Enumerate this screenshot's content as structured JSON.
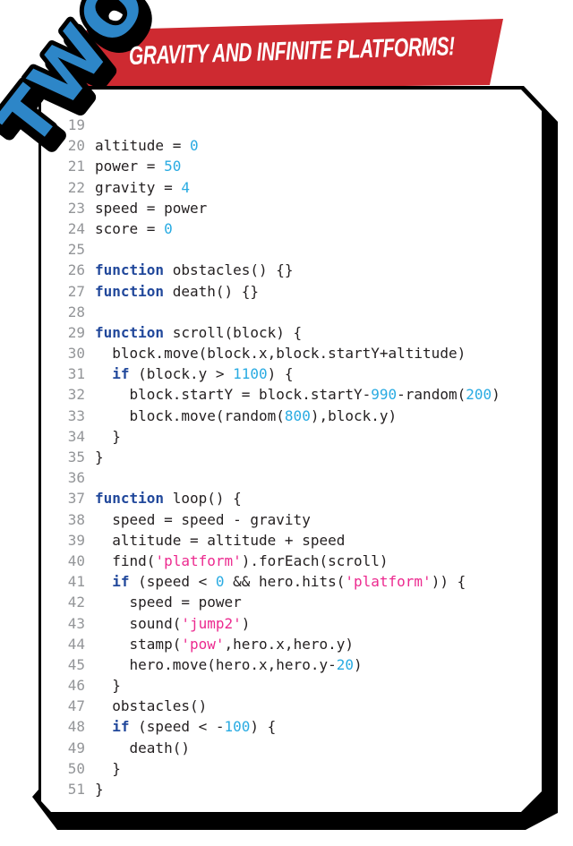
{
  "badge": {
    "label": "TWO",
    "color": "#2d86c8"
  },
  "banner": {
    "title": "GRAVITY AND INFINITE PLATFORMS!",
    "bg_color": "#ce2a31",
    "text_color": "#ffffff"
  },
  "code_panel": {
    "colors": {
      "keyword": "#21489b",
      "number": "#29abe2",
      "string": "#ec2a8f",
      "plain": "#231f20",
      "line_number": "#939598"
    },
    "lines": [
      {
        "no": "19",
        "tokens": []
      },
      {
        "no": "20",
        "tokens": [
          [
            "p",
            "altitude = "
          ],
          [
            "n",
            "0"
          ]
        ]
      },
      {
        "no": "21",
        "tokens": [
          [
            "p",
            "power = "
          ],
          [
            "n",
            "50"
          ]
        ]
      },
      {
        "no": "22",
        "tokens": [
          [
            "p",
            "gravity = "
          ],
          [
            "n",
            "4"
          ]
        ]
      },
      {
        "no": "23",
        "tokens": [
          [
            "p",
            "speed = power"
          ]
        ]
      },
      {
        "no": "24",
        "tokens": [
          [
            "p",
            "score = "
          ],
          [
            "n",
            "0"
          ]
        ]
      },
      {
        "no": "25",
        "tokens": []
      },
      {
        "no": "26",
        "tokens": [
          [
            "k",
            "function"
          ],
          [
            "p",
            " obstacles() {}"
          ]
        ]
      },
      {
        "no": "27",
        "tokens": [
          [
            "k",
            "function"
          ],
          [
            "p",
            " death() {}"
          ]
        ]
      },
      {
        "no": "28",
        "tokens": []
      },
      {
        "no": "29",
        "tokens": [
          [
            "k",
            "function"
          ],
          [
            "p",
            " scroll(block) {"
          ]
        ]
      },
      {
        "no": "30",
        "tokens": [
          [
            "p",
            "  block.move(block.x,block.startY+altitude)"
          ]
        ]
      },
      {
        "no": "31",
        "tokens": [
          [
            "p",
            "  "
          ],
          [
            "k",
            "if"
          ],
          [
            "p",
            " (block.y > "
          ],
          [
            "n",
            "1100"
          ],
          [
            "p",
            ") {"
          ]
        ]
      },
      {
        "no": "32",
        "tokens": [
          [
            "p",
            "    block.startY = block.startY-"
          ],
          [
            "n",
            "990"
          ],
          [
            "p",
            "-random("
          ],
          [
            "n",
            "200"
          ],
          [
            "p",
            ")"
          ]
        ]
      },
      {
        "no": "33",
        "tokens": [
          [
            "p",
            "    block.move(random("
          ],
          [
            "n",
            "800"
          ],
          [
            "p",
            "),block.y)"
          ]
        ]
      },
      {
        "no": "34",
        "tokens": [
          [
            "p",
            "  }"
          ]
        ]
      },
      {
        "no": "35",
        "tokens": [
          [
            "p",
            "}"
          ]
        ]
      },
      {
        "no": "36",
        "tokens": []
      },
      {
        "no": "37",
        "tokens": [
          [
            "k",
            "function"
          ],
          [
            "p",
            " loop() {"
          ]
        ]
      },
      {
        "no": "38",
        "tokens": [
          [
            "p",
            "  speed = speed - gravity"
          ]
        ]
      },
      {
        "no": "39",
        "tokens": [
          [
            "p",
            "  altitude = altitude + speed"
          ]
        ]
      },
      {
        "no": "40",
        "tokens": [
          [
            "p",
            "  find("
          ],
          [
            "s",
            "'platform'"
          ],
          [
            "p",
            ").forEach(scroll)"
          ]
        ]
      },
      {
        "no": "41",
        "tokens": [
          [
            "p",
            "  "
          ],
          [
            "k",
            "if"
          ],
          [
            "p",
            " (speed < "
          ],
          [
            "n",
            "0"
          ],
          [
            "p",
            " && hero.hits("
          ],
          [
            "s",
            "'platform'"
          ],
          [
            "p",
            ")) {"
          ]
        ]
      },
      {
        "no": "42",
        "tokens": [
          [
            "p",
            "    speed = power"
          ]
        ]
      },
      {
        "no": "43",
        "tokens": [
          [
            "p",
            "    sound("
          ],
          [
            "s",
            "'jump2'"
          ],
          [
            "p",
            ")"
          ]
        ]
      },
      {
        "no": "44",
        "tokens": [
          [
            "p",
            "    stamp("
          ],
          [
            "s",
            "'pow'"
          ],
          [
            "p",
            ",hero.x,hero.y)"
          ]
        ]
      },
      {
        "no": "45",
        "tokens": [
          [
            "p",
            "    hero.move(hero.x,hero.y-"
          ],
          [
            "n",
            "20"
          ],
          [
            "p",
            ")"
          ]
        ]
      },
      {
        "no": "46",
        "tokens": [
          [
            "p",
            "  }"
          ]
        ]
      },
      {
        "no": "47",
        "tokens": [
          [
            "p",
            "  obstacles()"
          ]
        ]
      },
      {
        "no": "48",
        "tokens": [
          [
            "p",
            "  "
          ],
          [
            "k",
            "if"
          ],
          [
            "p",
            " (speed < -"
          ],
          [
            "n",
            "100"
          ],
          [
            "p",
            ") {"
          ]
        ]
      },
      {
        "no": "49",
        "tokens": [
          [
            "p",
            "    death()"
          ]
        ]
      },
      {
        "no": "50",
        "tokens": [
          [
            "p",
            "  }"
          ]
        ]
      },
      {
        "no": "51",
        "tokens": [
          [
            "p",
            "}"
          ]
        ]
      }
    ]
  }
}
